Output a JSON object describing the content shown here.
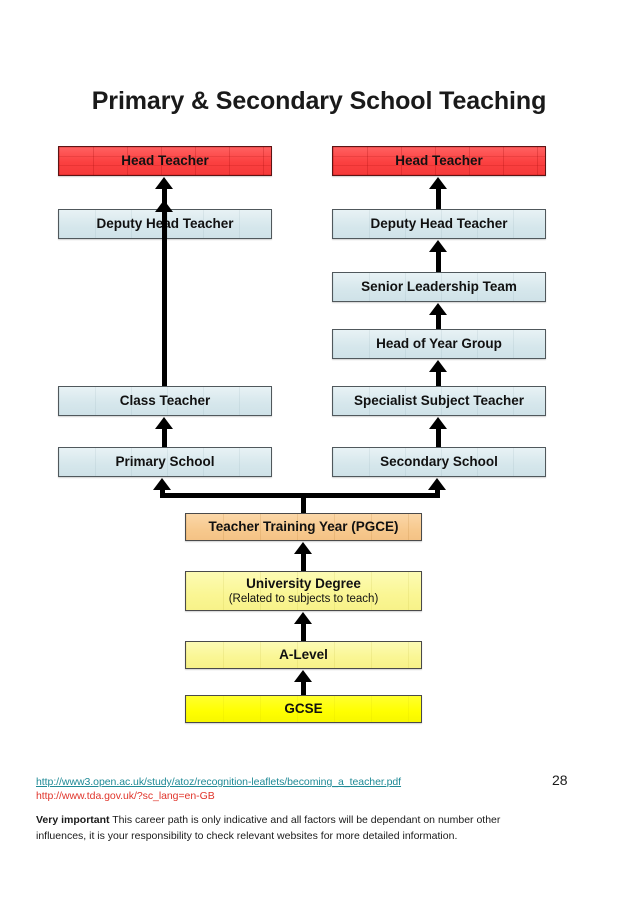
{
  "document": {
    "title": "Primary & Secondary School Teaching",
    "page_number": "28"
  },
  "diagram": {
    "type": "flowchart",
    "orientation": "bottom-up",
    "columns": [
      {
        "name": "primary-pathway",
        "nodes": [
          {
            "id": "primary-head-teacher",
            "label": "Head Teacher",
            "color": "#fb4d4d",
            "level": 1
          },
          {
            "id": "primary-deputy-head-teacher",
            "label": "Deputy Head Teacher",
            "color": "#dbeaee",
            "level": 2
          },
          {
            "id": "class-teacher",
            "label": "Class Teacher",
            "color": "#dbeaee",
            "level": 5
          },
          {
            "id": "primary-school",
            "label": "Primary School",
            "color": "#dbeaee",
            "level": 6
          }
        ]
      },
      {
        "name": "secondary-pathway",
        "nodes": [
          {
            "id": "secondary-head-teacher",
            "label": "Head Teacher",
            "color": "#fb4d4d",
            "level": 1
          },
          {
            "id": "secondary-deputy-head-teacher",
            "label": "Deputy Head Teacher",
            "color": "#dbeaee",
            "level": 2
          },
          {
            "id": "senior-leadership-team",
            "label": "Senior Leadership Team",
            "color": "#dbeaee",
            "level": 3
          },
          {
            "id": "head-of-year-group",
            "label": "Head of Year Group",
            "color": "#dbeaee",
            "level": 4
          },
          {
            "id": "specialist-subject-teacher",
            "label": "Specialist Subject Teacher",
            "color": "#dbeaee",
            "level": 5
          },
          {
            "id": "secondary-school",
            "label": "Secondary School",
            "color": "#dbeaee",
            "level": 6
          }
        ]
      }
    ],
    "shared_trunk": [
      {
        "id": "teacher-training-year",
        "label": "Teacher Training Year (PGCE)",
        "color": "#f8cd96"
      },
      {
        "id": "university-degree",
        "label": "University Degree",
        "sublabel": "(Related to subjects to teach)",
        "color": "#fbf79a"
      },
      {
        "id": "a-level",
        "label": "A-Level",
        "color": "#fbf79a"
      },
      {
        "id": "gcse",
        "label": "GCSE",
        "color": "#ffff00"
      }
    ]
  },
  "footer": {
    "link_open_university": "http://www3.open.ac.uk/study/atoz/recognition-leaflets/becoming_a_teacher.pdf",
    "link_tda": "http://www.tda.gov.uk/?sc_lang=en-GB",
    "note_bold": "Very important",
    "note_text": " This career path is only indicative and all factors will be dependant on number other influences, it is your responsibility to check relevant websites for more detailed information."
  }
}
